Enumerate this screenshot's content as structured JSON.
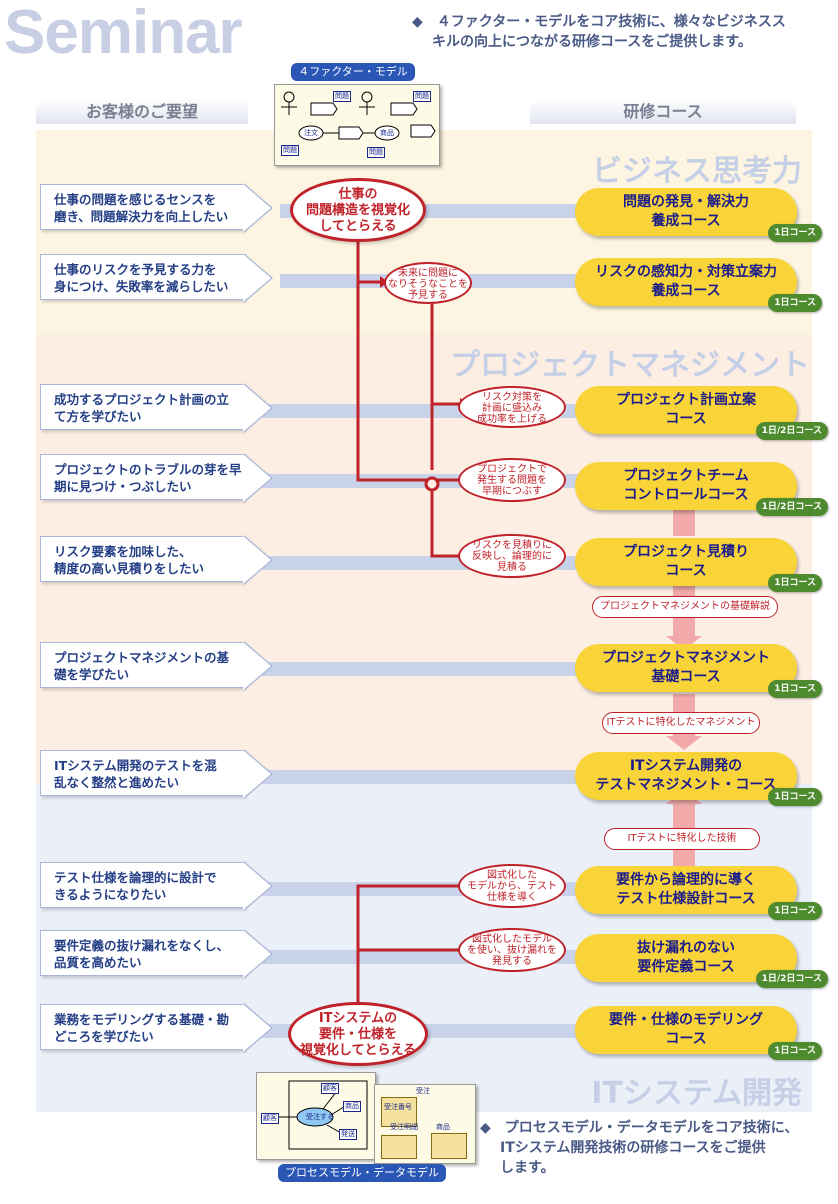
{
  "title": "Seminar",
  "intro_top": "◆ ４ファクター・モデルをコア技術に、様々なビジネススキルの向上につながる研修コースをご提供します。",
  "intro_top_lines": [
    "◆　４ファクター・モデルをコア技術に、様々なビジネスス",
    "キルの向上につながる研修コースをご提供します。"
  ],
  "intro_bottom_lines": [
    "◆　プロセスモデル・データモデルをコア技術に、",
    "ITシステム開発技術の研修コースをご提供",
    "します。"
  ],
  "model_tag_top": "４ファクター・モデル",
  "model_tag_bottom": "プロセスモデル・データモデル",
  "col_left": "お客様のご要望",
  "col_right": "研修コース",
  "band_titles": {
    "business": "ビジネス思考力",
    "pm": "プロジェクトマネジメント",
    "it": "ITシステム開発"
  },
  "colors": {
    "course": "#f8d438",
    "red": "#c0222a",
    "duration": "#4e8a2e",
    "tag": "#2a56b6"
  },
  "requests": [
    [
      "仕事の問題を感じるセンスを",
      "磨き、問題解決力を向上したい"
    ],
    [
      "仕事のリスクを予見する力を",
      "身につけ、失敗率を減らしたい"
    ],
    [
      "成功するプロジェクト計画の立",
      "て方を学びたい"
    ],
    [
      "プロジェクトのトラブルの芽を早",
      "期に見つけ・つぶしたい"
    ],
    [
      "リスク要素を加味した、",
      "精度の高い見積りをしたい"
    ],
    [
      "プロジェクトマネジメントの基",
      "礎を学びたい"
    ],
    [
      "ITシステム開発のテストを混",
      "乱なく整然と進めたい"
    ],
    [
      "テスト仕様を論理的に設計で",
      "きるようになりたい"
    ],
    [
      "要件定義の抜け漏れをなくし、",
      "品質を高めたい"
    ],
    [
      "業務をモデリングする基礎・勘",
      "どころを学びたい"
    ]
  ],
  "courses": [
    {
      "lines": [
        "問題の発見・解決力",
        "養成コース"
      ],
      "duration": "1日コース"
    },
    {
      "lines": [
        "リスクの感知力・対策立案力",
        "養成コース"
      ],
      "duration": "1日コース"
    },
    {
      "lines": [
        "プロジェクト計画立案",
        "コース"
      ],
      "duration": "1日/2日コース"
    },
    {
      "lines": [
        "プロジェクトチーム",
        "コントロールコース"
      ],
      "duration": "1日/2日コース"
    },
    {
      "lines": [
        "プロジェクト見積り",
        "コース"
      ],
      "duration": "1日コース"
    },
    {
      "lines": [
        "プロジェクトマネジメント",
        "基礎コース"
      ],
      "duration": "1日コース"
    },
    {
      "lines": [
        "ITシステム開発の",
        "テストマネジメント・コース"
      ],
      "duration": "1日コース"
    },
    {
      "lines": [
        "要件から論理的に導く",
        "テスト仕様設計コース"
      ],
      "duration": "1日コース"
    },
    {
      "lines": [
        "抜け漏れのない",
        "要件定義コース"
      ],
      "duration": "1日/2日コース"
    },
    {
      "lines": [
        "要件・仕様のモデリング",
        "コース"
      ],
      "duration": "1日コース"
    }
  ],
  "big_notes": {
    "top": [
      "仕事の",
      "問題構造を視覚化",
      "してとらえる"
    ],
    "bottom": [
      "ITシステムの",
      "要件・仕様を",
      "視覚化してとらえる"
    ]
  },
  "notes": [
    [
      "未来に問題に",
      "なりそうなことを",
      "予見する"
    ],
    [
      "リスク対策を",
      "計画に盛込み",
      "成功率を上げる"
    ],
    [
      "プロジェクトで",
      "発生する問題を",
      "早期につぶす"
    ],
    [
      "リスクを見積りに",
      "反映し、論理的に",
      "見積る"
    ],
    [
      "図式化した",
      "モデルから、テスト",
      "仕様を導く"
    ],
    [
      "図式化したモデル",
      "を使い、抜け漏れを",
      "発見する"
    ]
  ],
  "prereq_labels": [
    "プロジェクトマネジメントの基礎解説",
    "ITテストに特化したマネジメント",
    "ITテストに特化した技術"
  ],
  "thumb_top_labels": [
    "問題",
    "問題",
    "問題",
    "問題",
    "注文",
    "商品"
  ],
  "thumb_bottom_labels": [
    "顧客",
    "受注する",
    "商品",
    "発送",
    "顧客",
    "受注",
    "受注番号",
    "受注明細",
    "商品"
  ]
}
